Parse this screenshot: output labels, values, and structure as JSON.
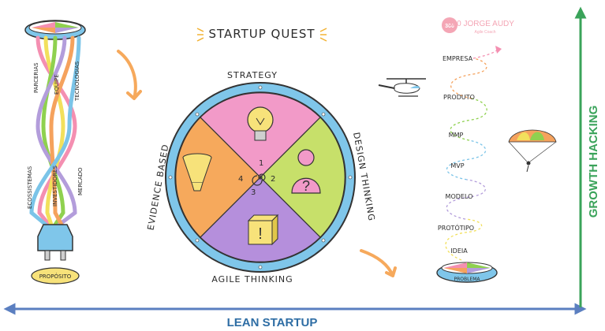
{
  "title": "STARTUP QUEST",
  "logo": {
    "brand": "360 JORGE AUDY",
    "tagline": "Agile Coach"
  },
  "axes": {
    "horizontal_label": "LEAN STARTUP",
    "vertical_label": "GROWTH HACKING",
    "horizontal_color": "#5b7fc0",
    "vertical_color": "#3aa35a"
  },
  "cable": {
    "top_labels": [
      "PARCERIAS",
      "EQUIPE",
      "TECNOLOGIAS"
    ],
    "bottom_labels": [
      "ECOSSISTEMAS",
      "INVESTIDORES",
      "MERCADO"
    ],
    "plug_label": "PROPÓSITO",
    "colors": [
      "#f48fb1",
      "#8fd14f",
      "#b39ddb",
      "#f5a25d",
      "#7bc4e8",
      "#f2e05c"
    ]
  },
  "wheel": {
    "top_label": "STRATEGY",
    "right_label": "DESIGN THINKING",
    "bottom_label": "AGILE THINKING",
    "left_label": "EVIDENCE BASED",
    "numbers": [
      "1",
      "2",
      "3",
      "4"
    ],
    "quadrant_colors": {
      "top": "#f29ac8",
      "right": "#c7e06a",
      "bottom": "#b58fdc",
      "left": "#f6a95c"
    },
    "ring_color": "#7fc6ea",
    "icons": [
      "lightbulb-icon",
      "question-person-icon",
      "exclamation-box-icon",
      "funnel-icon"
    ]
  },
  "spiral": {
    "stages": [
      "EMPRESA",
      "PRODUTO",
      "MMP",
      "MVP",
      "MODELO",
      "PROTÓTIPO",
      "IDEIA"
    ],
    "base_label": "PROBLEMA",
    "colors": [
      "#f48fb1",
      "#f5a25d",
      "#8fd14f",
      "#7bc4e8",
      "#b39ddb",
      "#f2e05c",
      "#f48fb1"
    ]
  }
}
